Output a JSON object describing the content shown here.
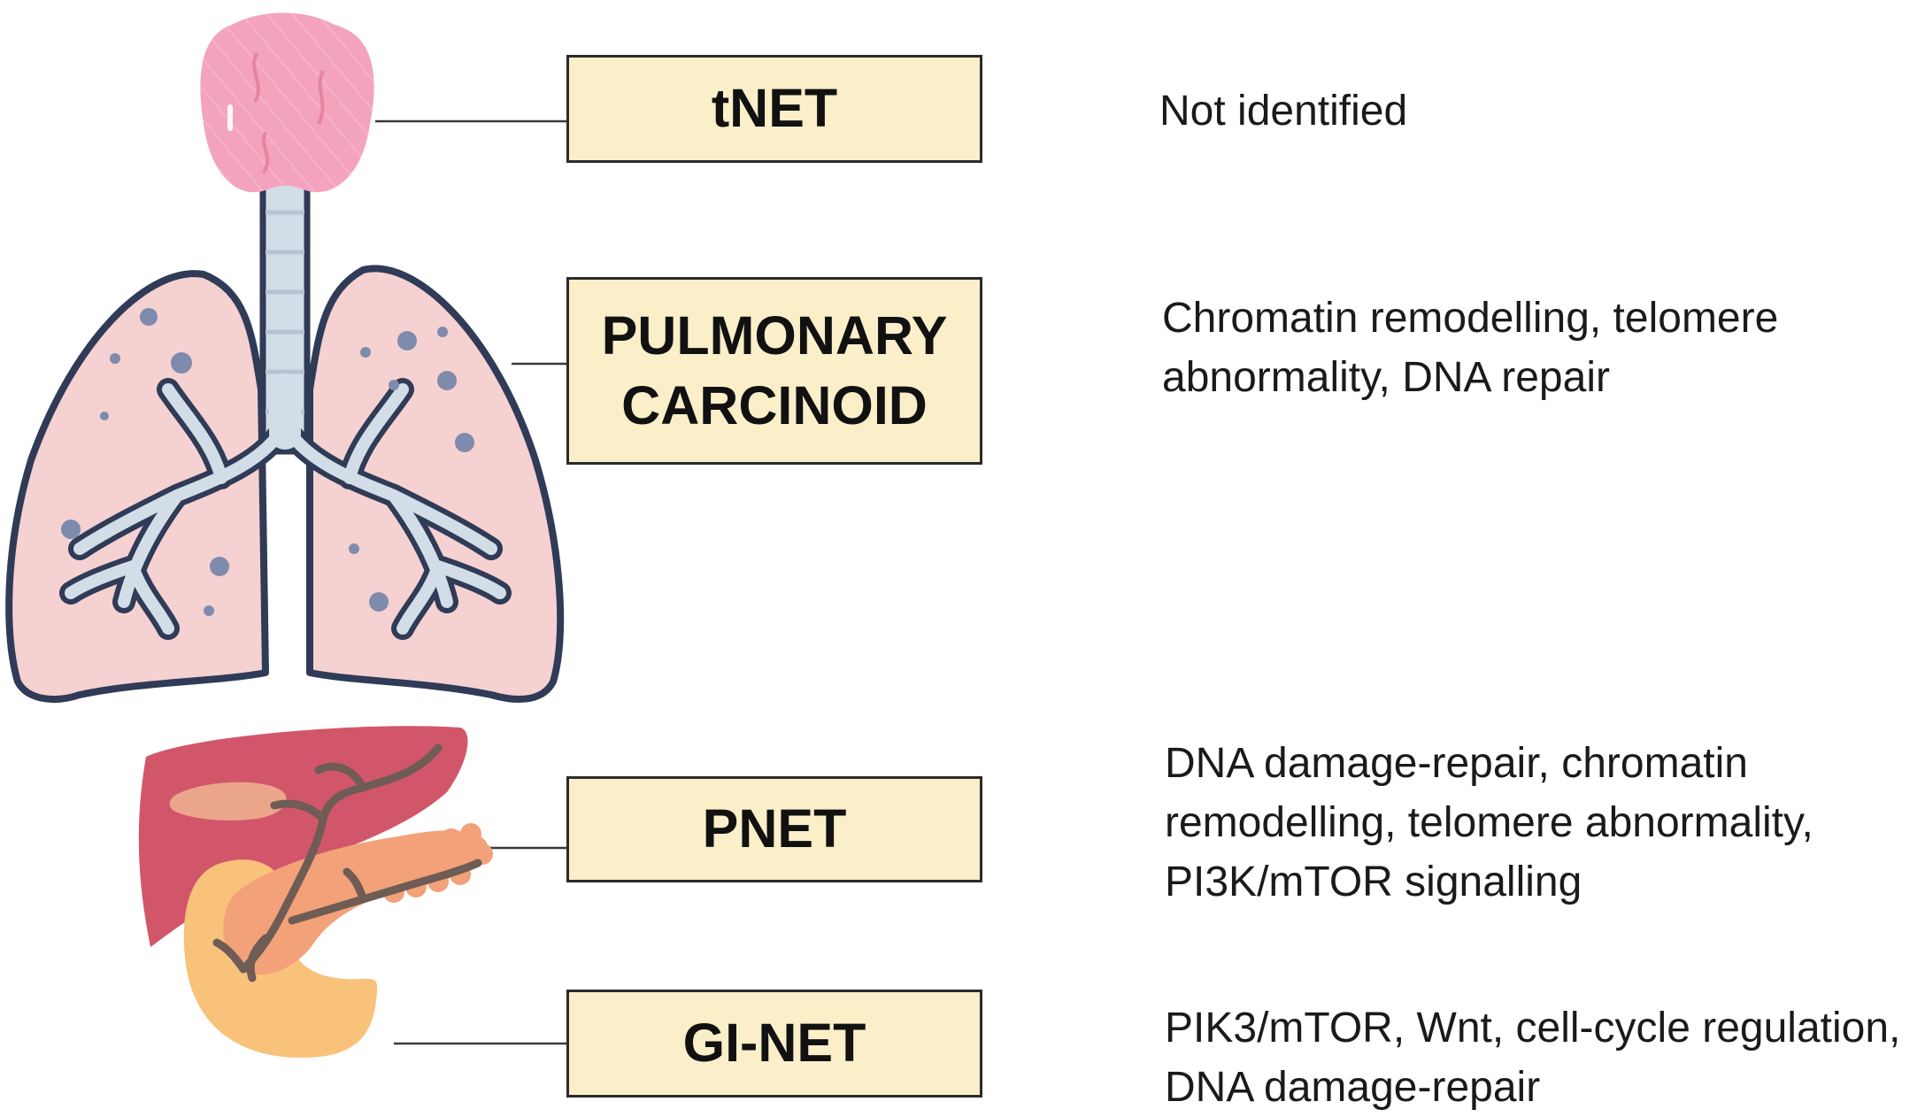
{
  "rows": [
    {
      "label_lines": [
        "tNET"
      ],
      "description_lines": [
        "Not identified"
      ]
    },
    {
      "label_lines": [
        "PULMONARY",
        "CARCINOID"
      ],
      "description_lines": [
        "Chromatin remodelling, telomere",
        "abnormality, DNA repair"
      ]
    },
    {
      "label_lines": [
        "PNET"
      ],
      "description_lines": [
        "DNA damage-repair, chromatin",
        "remodelling, telomere abnormality,",
        "PI3K/mTOR signalling"
      ]
    },
    {
      "label_lines": [
        "GI-NET"
      ],
      "description_lines": [
        "PIK3/mTOR, Wnt, cell-cycle regulation,",
        "DNA damage-repair"
      ]
    }
  ],
  "colors": {
    "label_box_fill": "#fbefc9",
    "label_box_border": "#2b2b2b",
    "thyroid": "#f4a3bd",
    "trachea": "#d3dde7",
    "lung": "#f6d1d1",
    "lung_outline": "#2f3b57",
    "liver": "#d2566a",
    "gallbladder": "#eba58b",
    "pancreas": "#f3a179",
    "duodenum": "#f8c27a",
    "duct": "#6e5c55"
  }
}
